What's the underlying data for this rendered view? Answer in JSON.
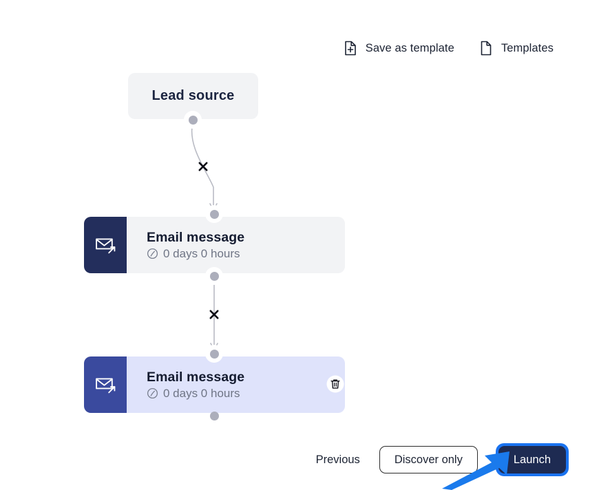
{
  "toolbar": {
    "actions": [
      {
        "label": "Save as template",
        "icon": "document-plus-icon"
      },
      {
        "label": "Templates",
        "icon": "document-icon"
      }
    ]
  },
  "flow": {
    "start_node": {
      "label": "Lead source",
      "type": "trigger",
      "bg_color": "#f2f3f5"
    },
    "nodes": [
      {
        "title": "Email message",
        "delay": "0 days 0 hours",
        "icon": "email-send-icon",
        "delay_icon": "clock-icon",
        "state": "idle",
        "bg_color": "#f2f3f5",
        "icon_bg_color": "#232e5c"
      },
      {
        "title": "Email message",
        "delay": "0 days 0 hours",
        "icon": "email-send-icon",
        "delay_icon": "clock-icon",
        "state": "selected",
        "bg_color": "#dfe3fb",
        "icon_bg_color": "#3a4a9e",
        "delete_icon": "trash-icon"
      }
    ],
    "edges": [
      {
        "marker": "x",
        "style": "curved"
      },
      {
        "marker": "x",
        "style": "straight"
      }
    ],
    "handle_color": "#acaebb"
  },
  "footer": {
    "previous_label": "Previous",
    "discover_label": "Discover only",
    "launch_label": "Launch",
    "focus_ring_color": "#1a73f0",
    "launch_bg_color": "#1e2b52"
  },
  "annotation": {
    "type": "arrow",
    "color": "#1a7aec",
    "points_to": "Launch"
  }
}
